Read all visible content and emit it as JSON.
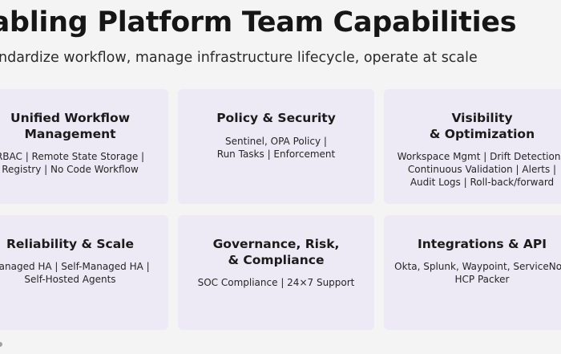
{
  "slide": {
    "title": "nabling Platform Team Capabilities",
    "subtitle": "ndardize workflow, manage infrastructure lifecycle, operate at scale"
  },
  "cards": [
    {
      "title_lines": [
        "Unified Workflow",
        "Management"
      ],
      "body_lines": [
        "RBAC | Remote State Storage |",
        "Registry | No Code Workflow"
      ]
    },
    {
      "title_lines": [
        "Policy & Security"
      ],
      "body_lines": [
        "Sentinel, OPA Policy |",
        "Run Tasks | Enforcement"
      ]
    },
    {
      "title_lines": [
        "Visibility",
        "& Optimization"
      ],
      "body_lines": [
        "Workspace Mgmt | Drift Detection |",
        "Continuous Validation | Alerts |",
        "Audit Logs | Roll-back/forward"
      ]
    },
    {
      "title_lines": [
        "Reliability & Scale"
      ],
      "body_lines": [
        "Managed HA | Self-Managed HA |",
        "Self-Hosted Agents"
      ]
    },
    {
      "title_lines": [
        "Governance, Risk,",
        "& Compliance"
      ],
      "body_lines": [
        "SOC Compliance | 24×7 Support"
      ]
    },
    {
      "title_lines": [
        "Integrations & API"
      ],
      "body_lines": [
        "Okta, Splunk, Waypoint, ServiceNow",
        "HCP Packer"
      ]
    }
  ]
}
